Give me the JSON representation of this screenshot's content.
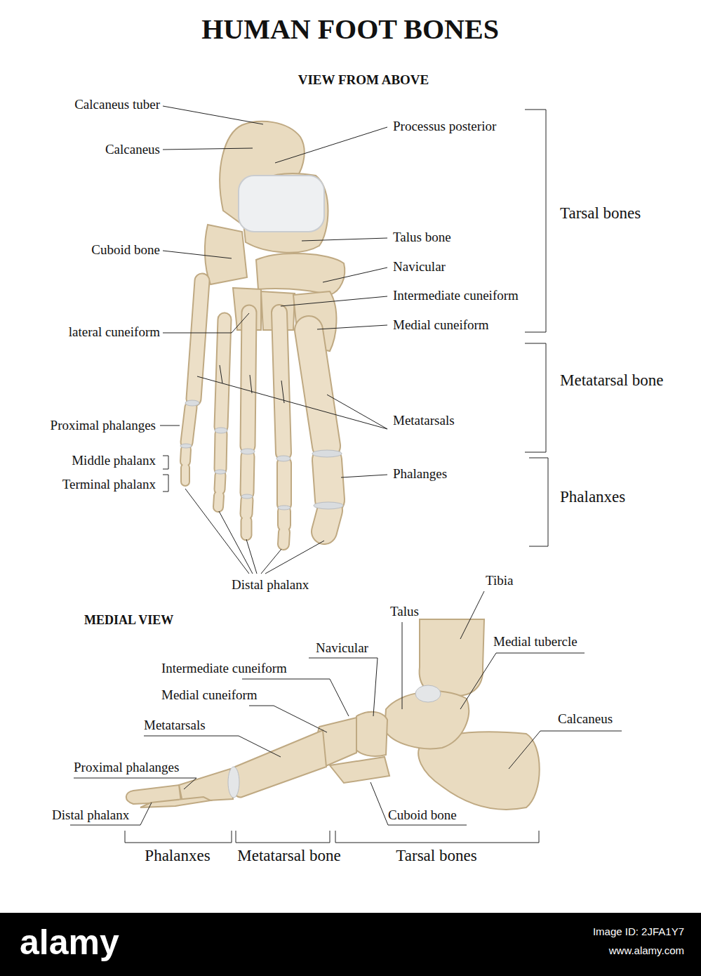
{
  "diagram": {
    "title": "HUMAN FOOT BONES",
    "labels": [
      "VIEW FROM ABOVE",
      "Calcaneus tuber",
      "Calcaneus",
      "Processus posterior",
      "Tarsal bones",
      "Talus bone",
      "Cuboid bone",
      "Navicular",
      "Intermediate cuneiform",
      "lateral cuneiform",
      "Medial cuneiform",
      "Metatarsal bone",
      "Metatarsals",
      "Proximal phalanges",
      "Phalanges",
      "Middle phalanx",
      "Phalanxes",
      "Terminal phalanx",
      "Distal phalanx",
      "MEDIAL VIEW",
      "Tibia",
      "Talus",
      "Medial tubercle",
      "Navicular",
      "Intermediate cuneiform",
      "Calcaneus",
      "Medial cuneiform",
      "Metatarsals",
      "Proximal phalanges",
      "Distal phalanx",
      "Cuboid bone",
      "Phalanxes",
      "Metatarsal bone",
      "Tarsal bones",
      "alamy",
      "Image ID: 2JFA1Y7",
      "www.alamy.com"
    ]
  }
}
